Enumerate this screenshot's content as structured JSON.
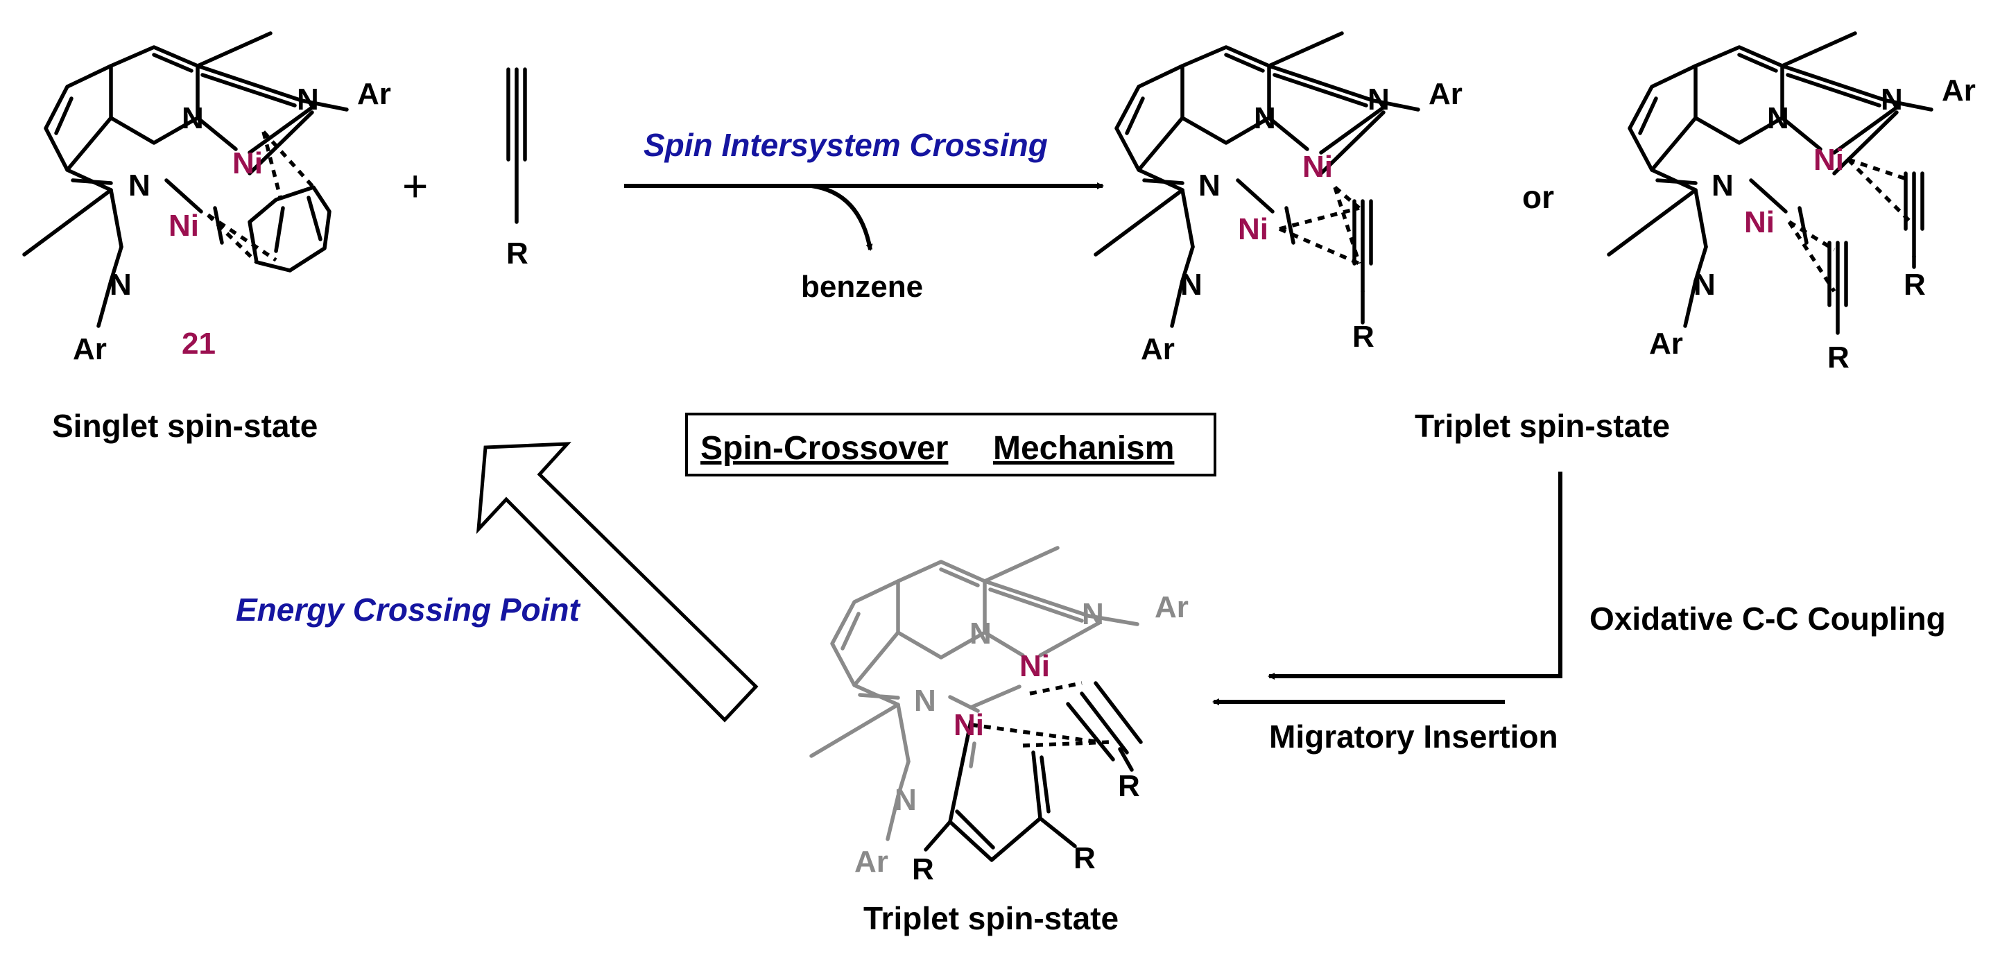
{
  "colors": {
    "nickel": "#9b1050",
    "highlight_text": "#1515a0",
    "faded_structure": "#8a8a8a"
  },
  "atoms": {
    "nickel": "Ni",
    "nitrogen": "N",
    "aryl": "Ar",
    "substituent": "R"
  },
  "compound_number": "21",
  "plus_sign": "+",
  "or_text": "or",
  "byproduct": "benzene",
  "labels": {
    "singlet": "Singlet spin-state",
    "triplet_top": "Triplet spin-state",
    "triplet_bottom": "Triplet spin-state"
  },
  "arrows": {
    "top": "Spin Intersystem Crossing",
    "oxidative": "Oxidative C-C Coupling",
    "migratory": "Migratory Insertion",
    "energy": "Energy Crossing Point"
  },
  "title": {
    "part1": "Spin-Crossover",
    "part2": "Mechanism"
  }
}
